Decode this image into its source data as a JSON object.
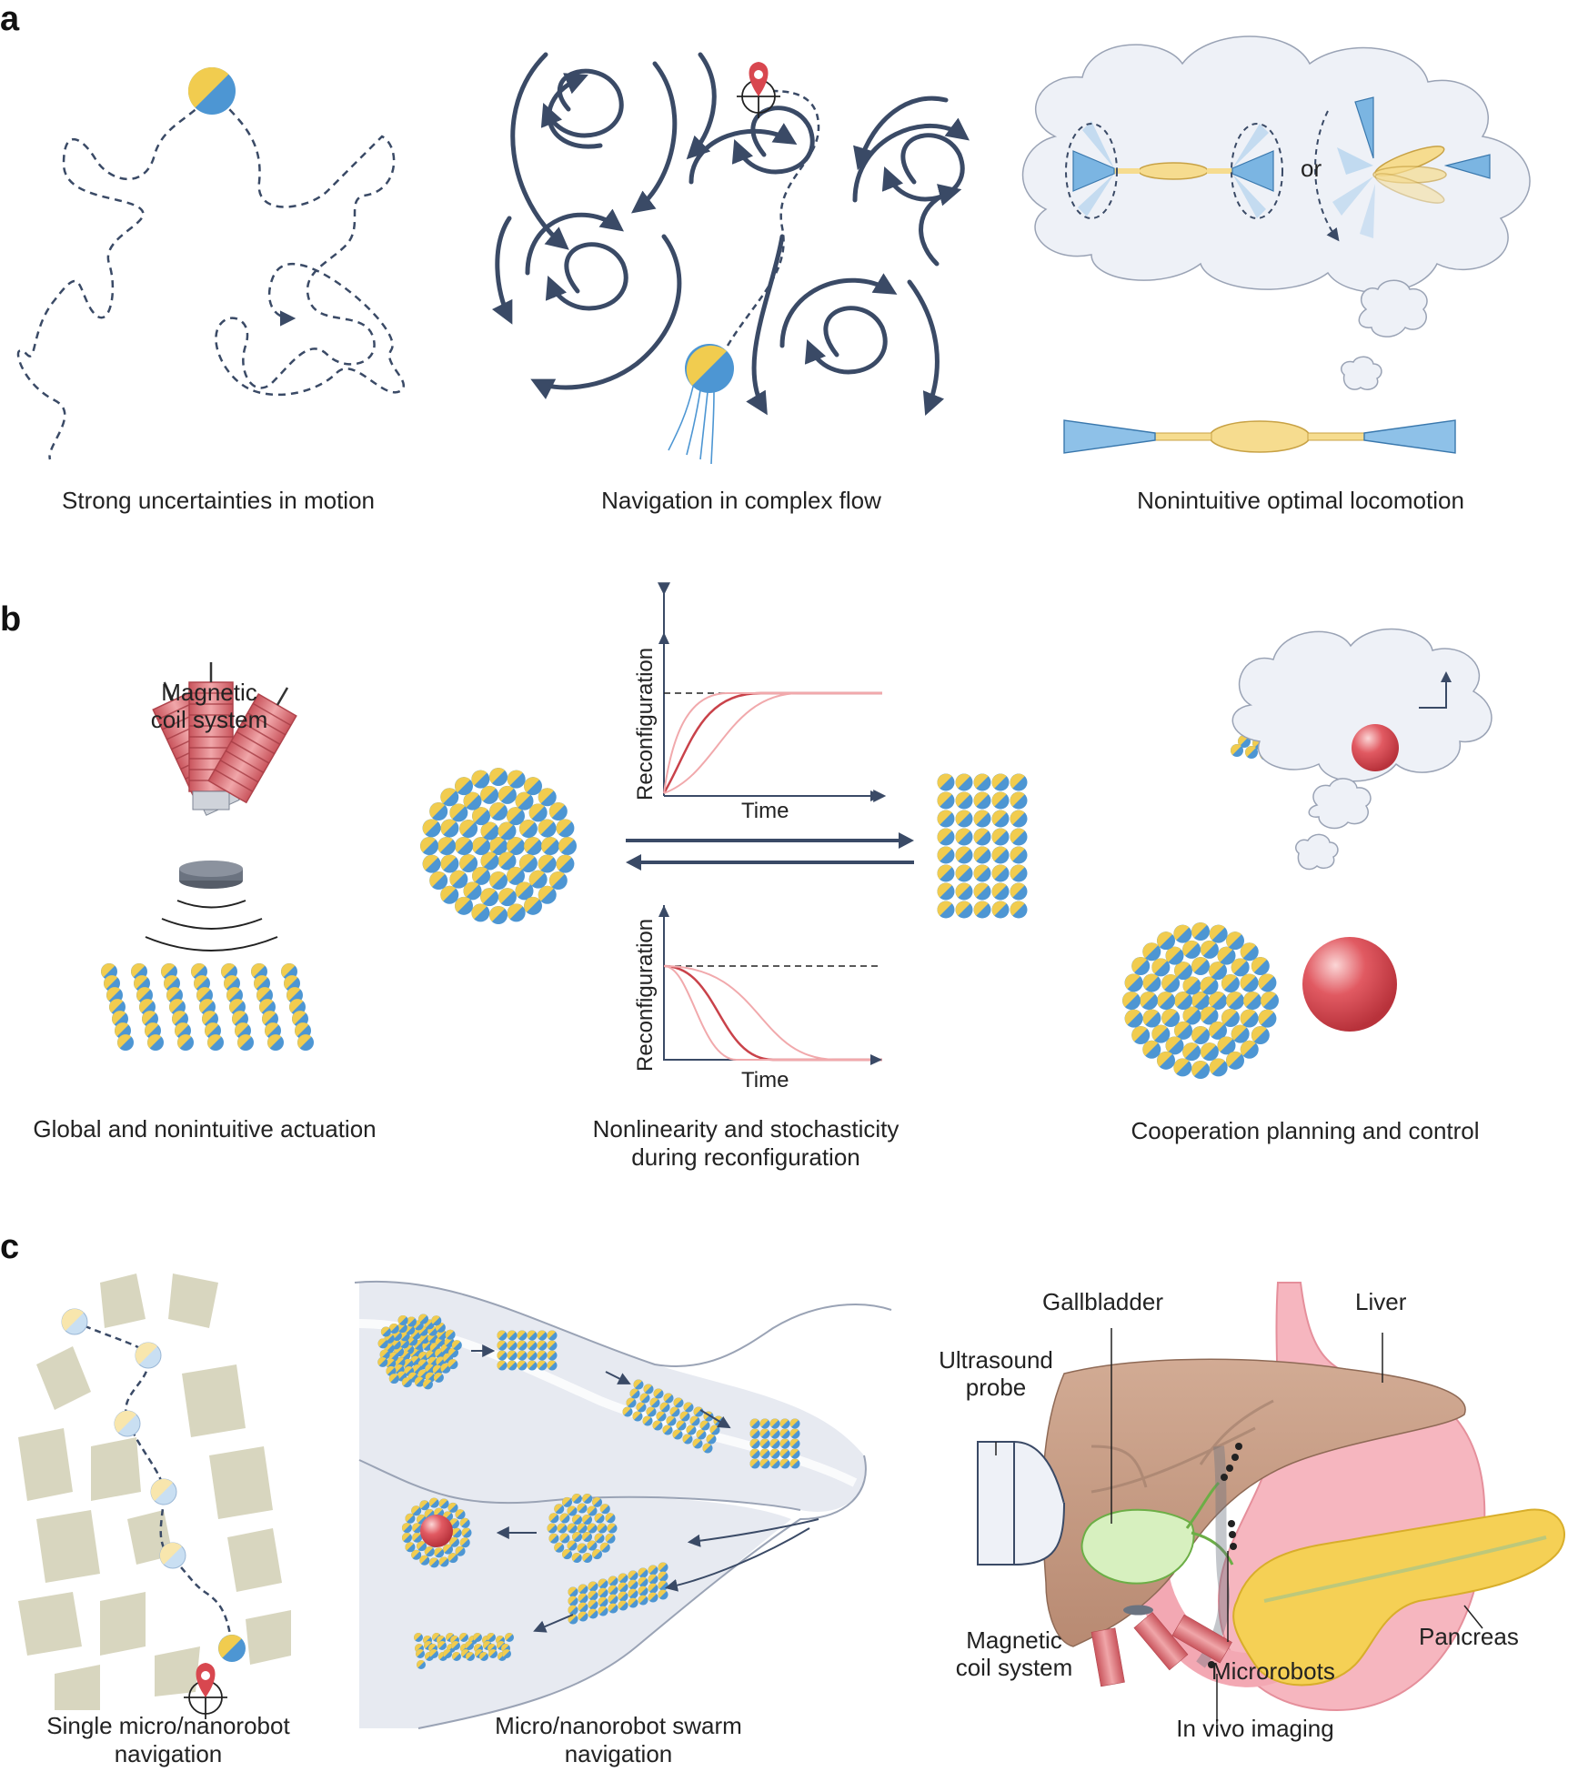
{
  "panels": {
    "a": {
      "label": "a",
      "captions": [
        "Strong uncertainties in motion",
        "Navigation in complex flow",
        "Nonintuitive optimal locomotion"
      ],
      "or_text": "or"
    },
    "b": {
      "label": "b",
      "coil_label_line1": "Magnetic",
      "coil_label_line2": "coil system",
      "plot_top": {
        "ylabel": "Reconfiguration",
        "xlabel": "Time"
      },
      "plot_bottom": {
        "ylabel": "Reconfiguration",
        "xlabel": "Time"
      },
      "captions": {
        "left": "Global and nonintuitive actuation",
        "middle_line1": "Nonlinearity and stochasticity",
        "middle_line2": "during reconfiguration",
        "right": "Cooperation planning and control"
      }
    },
    "c": {
      "label": "c",
      "organ_labels": {
        "gallbladder": "Gallbladder",
        "liver": "Liver",
        "probe_line1": "Ultrasound",
        "probe_line2": "probe",
        "coil_line1": "Magnetic",
        "coil_line2": "coil system",
        "microrobots": "Microrobots",
        "pancreas": "Pancreas"
      },
      "captions": {
        "left_line1": "Single micro/nanorobot",
        "left_line2": "navigation",
        "middle_line1": "Micro/nanorobot swarm",
        "middle_line2": "navigation",
        "right": "In vivo imaging"
      }
    }
  },
  "colors": {
    "robot_yellow": "#f1cc4f",
    "robot_blue": "#4d96d3",
    "flow_navy": "#3a4a66",
    "coil_red": "#d9747a",
    "target_red": "#d8474f",
    "cloud_fill": "#eef1f7",
    "obstacle": "#d8d6bf"
  },
  "icons": [
    "location-pin-icon",
    "crosshair-icon",
    "thought-cloud-icon",
    "coordinate-arrow-icon"
  ]
}
